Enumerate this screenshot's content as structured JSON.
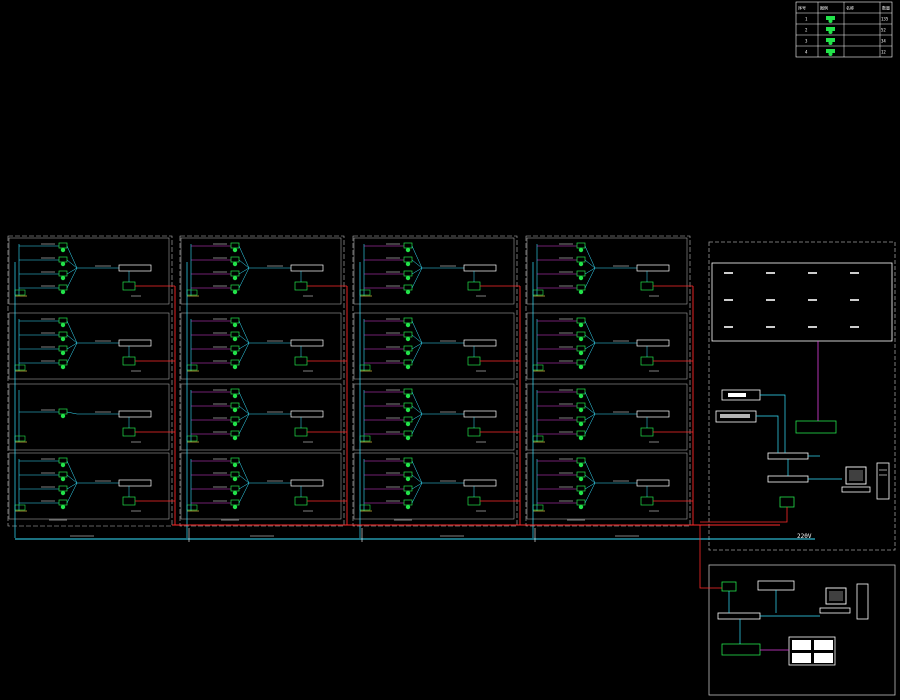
{
  "drawing": {
    "background": "#000000",
    "colors": {
      "frame": "#bdbdbd",
      "cyan": "#36e2ff",
      "magenta": "#e040e0",
      "green": "#22e34a",
      "red": "#ff2a2a",
      "yellow": "#ffe14a",
      "white": "#ffffff"
    },
    "legend": {
      "headers": [
        "序号",
        "图例",
        "名称",
        "数量"
      ],
      "rows": [
        {
          "no": "1",
          "icon": "camera-dome-icon",
          "name": "",
          "qty": "135"
        },
        {
          "no": "2",
          "icon": "camera-gun-icon",
          "name": "",
          "qty": "52"
        },
        {
          "no": "3",
          "icon": "camera-gun-icon",
          "name": "",
          "qty": "34"
        },
        {
          "no": "4",
          "icon": "camera-ptz-icon",
          "name": "",
          "qty": "12"
        }
      ]
    },
    "control_room_title": "",
    "sub_control_title": "",
    "voltage_label": "220V"
  }
}
